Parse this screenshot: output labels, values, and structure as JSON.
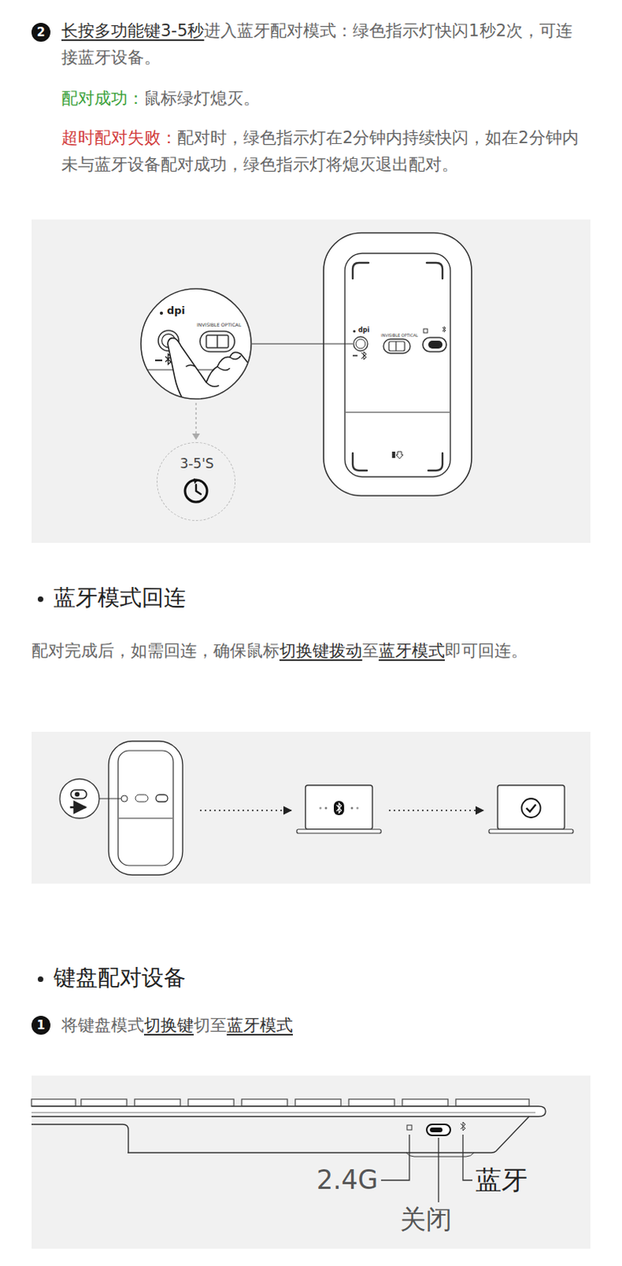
{
  "diagram": {
    "nodes": [
      {
        "text": [
          "dpi",
          "INVISIBLE OPTICAL"
        ]
      },
      {
        "text": [
          "3-5'S"
        ]
      }
    ],
    "edges": [
      {
        "from": 0,
        "to": 1,
        "arrow": "to"
      }
    ],
    "labels": [
      "2",
      "长按多功能键3-5秒",
      "进入蓝牙配对模式：绿色指示灯快闪1秒2次，可连接蓝牙设备。",
      "配对成功：",
      "鼠标绿灯熄灭。",
      "超时配对失败：",
      "配对时，绿色指示灯在2分钟内持续快闪，如在2分钟内未与蓝牙设备配对成功，绿色指示灯将熄灭退出配对。",
      "dpi",
      "INVISIBLE OPTICAL",
      "蓝牙模式回连",
      "配对完成后，如需回连，确保鼠标",
      "切换键拨动",
      "至",
      "蓝牙模式",
      "即可回连。",
      "键盘配对设备",
      "1",
      "将键盘模式",
      "切换键",
      "切至",
      "蓝牙模式",
      "2.4G",
      "关闭",
      "蓝牙"
    ]
  }
}
